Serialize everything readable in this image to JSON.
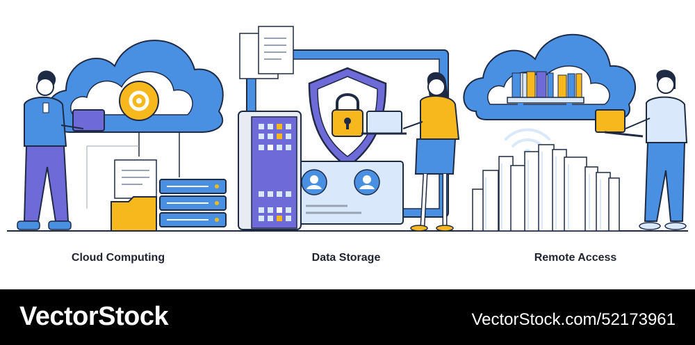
{
  "panels": [
    {
      "caption": "Cloud Computing"
    },
    {
      "caption": "Data Storage"
    },
    {
      "caption": "Remote Access"
    }
  ],
  "footer": {
    "brand": "VectorStock",
    "reference": "VectorStock.com/52173961"
  },
  "colors": {
    "blue": "#4a90e2",
    "light_blue": "#d9e8fb",
    "yellow": "#f6b81c",
    "purple": "#6e6bd8",
    "outline": "#1f2a44",
    "footer_bg": "#000000"
  }
}
